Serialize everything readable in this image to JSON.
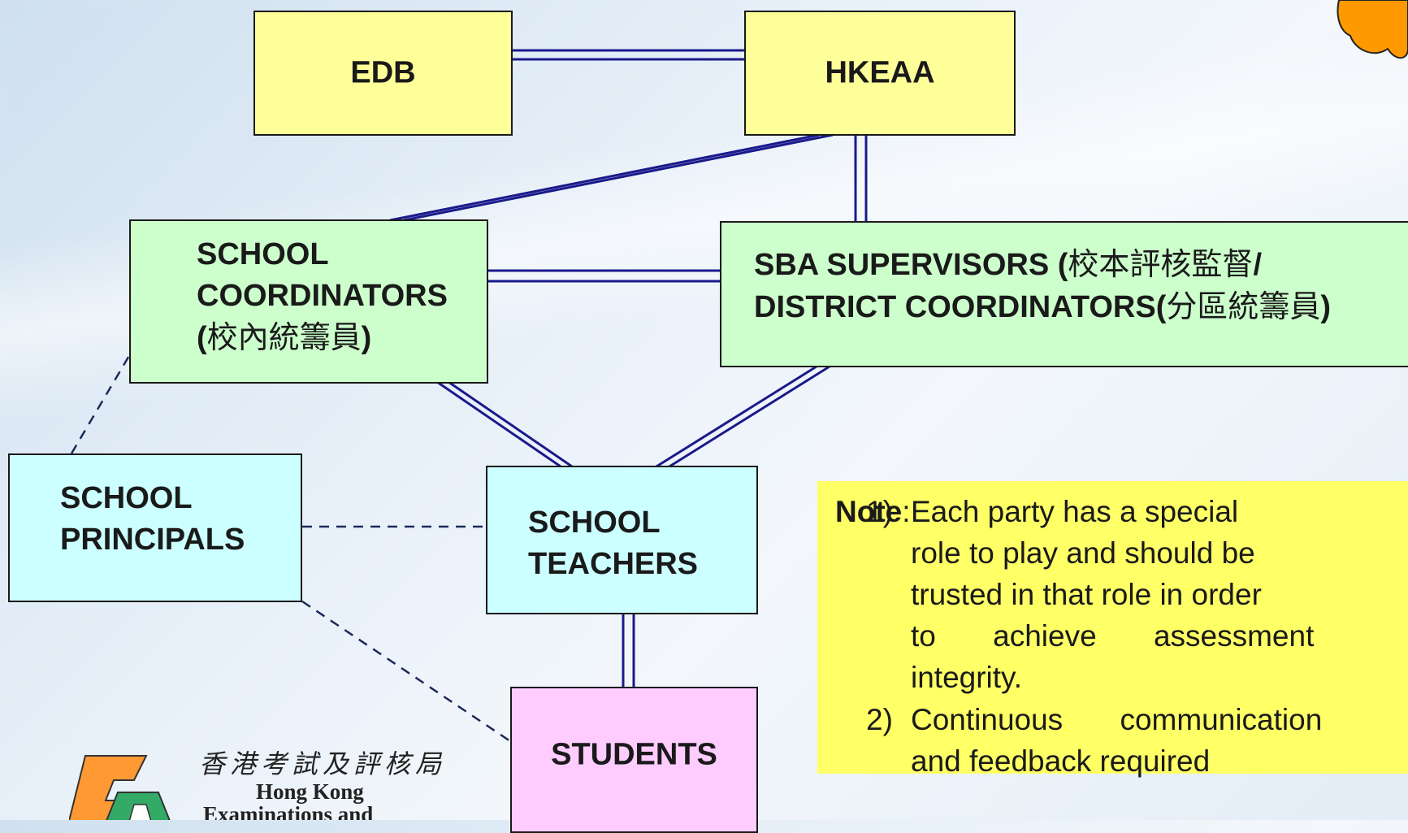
{
  "nodes": {
    "edb": "EDB",
    "hkeaa": "HKEAA",
    "school_coordinators": {
      "line1": "SCHOOL",
      "line2": "COORDINATORS",
      "line3_open": "(",
      "line3_cjk": "校內統籌員",
      "line3_close": ")"
    },
    "sba_supervisors": {
      "line1_en": "SBA SUPERVISORS (",
      "line1_cjk": "校本評核監督",
      "line1_end": "/",
      "line2_en": "DISTRICT COORDINATORS(",
      "line2_cjk": "分區統籌員",
      "line2_end": ")"
    },
    "school_principals": {
      "line1": "SCHOOL",
      "line2": "PRINCIPALS"
    },
    "school_teachers": {
      "line1": "SCHOOL",
      "line2": "TEACHERS"
    },
    "students": "STUDENTS"
  },
  "note": {
    "label": "Note",
    "colon": ":",
    "items": [
      {
        "num": "1)",
        "lines": [
          "Each party has a special",
          "role to play and should be",
          "trusted in that role in order",
          "to achieve assessment",
          "integrity."
        ]
      },
      {
        "num": "2)",
        "lines": [
          "Continuous communication",
          "and feedback required"
        ]
      }
    ]
  },
  "logo": {
    "chinese": "香港考試及評核局",
    "english_line1": "Hong Kong",
    "english_line2": "Examinations and"
  },
  "colors": {
    "yellow_box": "#ffff99",
    "green_box": "#ccffcc",
    "cyan_box": "#ccffff",
    "pink_box": "#ffccff",
    "note_bg": "#ffff66",
    "connector": "#1a1a8c",
    "cloud": "#ff9900"
  }
}
